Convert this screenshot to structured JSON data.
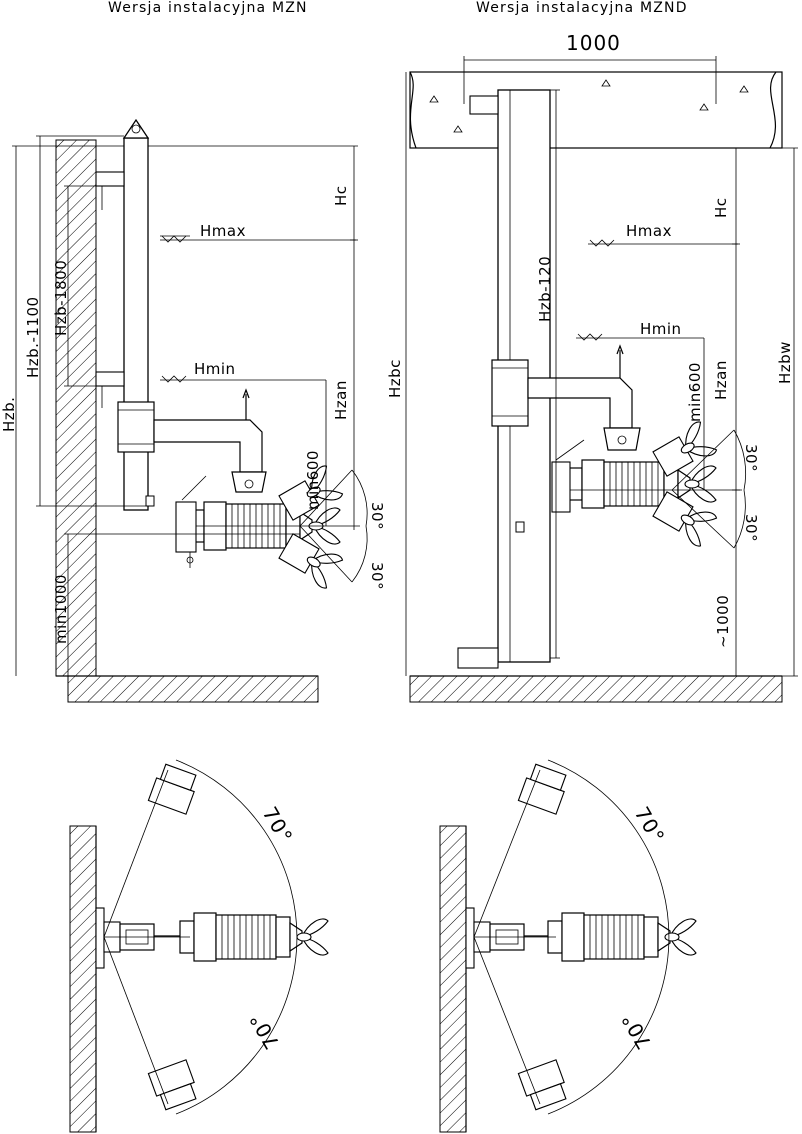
{
  "titles": {
    "left": "Wersja instalacyjna MZN",
    "right": "Wersja instalacyjna MZND"
  },
  "left_elevation": {
    "hc": "Hc",
    "hmax": "Hmax",
    "hmin": "Hmin",
    "hzan": "Hzan",
    "min600": "min600",
    "hzb": "Hzb.",
    "hzb1100": "Hzb.-1100",
    "hzb1800": "Hzb-1800",
    "min1000": "min1000",
    "angle_up": "30°",
    "angle_down": "30°"
  },
  "right_elevation": {
    "width": "1000",
    "hc": "Hc",
    "hmax": "Hmax",
    "hmin": "Hmin",
    "hzan": "Hzan",
    "min600": "min600",
    "hzb120": "Hzb-120",
    "hzbc": "Hzbc",
    "hzbw": "Hzbw",
    "approx1000": "~1000",
    "angle_up": "30°",
    "angle_down": "30°"
  },
  "left_plan": {
    "angle_top": "70°",
    "angle_bottom": "70°"
  },
  "right_plan": {
    "angle_top": "70°",
    "angle_bottom": "70°"
  }
}
